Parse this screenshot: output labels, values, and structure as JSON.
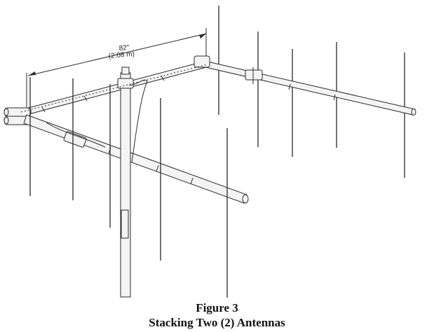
{
  "figure": {
    "dimension": {
      "imperial": "82\"",
      "metric": "(2.08 m)"
    },
    "caption": {
      "title": "Figure 3",
      "subtitle": "Stacking Two (2) Antennas"
    },
    "colors": {
      "line": "#2a2a2a",
      "tube_fill": "#f4f4f4",
      "background": "#ffffff"
    }
  }
}
